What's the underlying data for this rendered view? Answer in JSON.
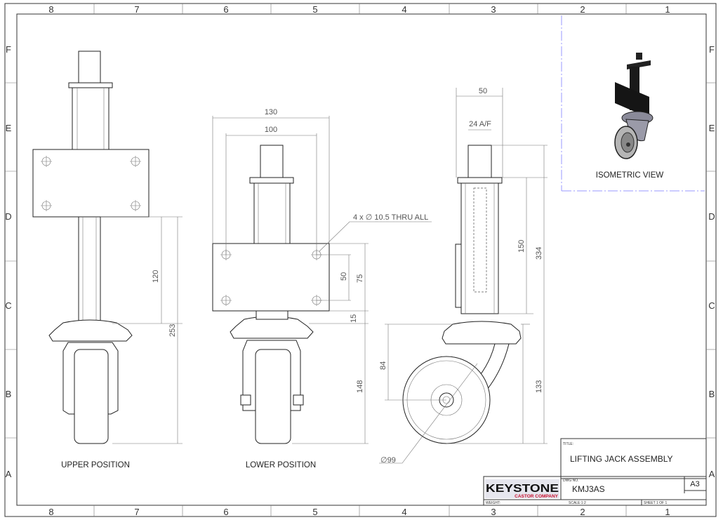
{
  "sheet": {
    "zone_columns": [
      "8",
      "7",
      "6",
      "5",
      "4",
      "3",
      "2",
      "1"
    ],
    "zone_rows": [
      "F",
      "E",
      "D",
      "C",
      "B",
      "A"
    ]
  },
  "views": {
    "upper": {
      "label": "UPPER POSITION",
      "dims": {
        "d120": "120",
        "d253": "253"
      }
    },
    "lower": {
      "label": "LOWER POSITION",
      "dims": {
        "d130": "130",
        "d100": "100",
        "d50": "50",
        "d75": "75",
        "d15": "15",
        "d148": "148",
        "holes": "4 x ∅ 10.5 THRU ALL"
      }
    },
    "side": {
      "dims": {
        "d50": "50",
        "af": "24 A/F",
        "d150": "150",
        "d334": "334",
        "d84": "84",
        "d133": "133",
        "dia": "∅99"
      }
    },
    "iso": {
      "label": "ISOMETRIC VIEW"
    }
  },
  "title_block": {
    "title_caption": "TITLE:",
    "title": "LIFTING JACK ASSEMBLY",
    "dwg_caption": "DWG NO.",
    "dwg_no": "KMJ3AS",
    "size": "A3",
    "weight_caption": "WEIGHT:",
    "scale": "SCALE:1:2",
    "sheet": "SHEET 1 OF 1",
    "logo_main": "KEYSTONE",
    "logo_sub": "CASTOR COMPANY",
    "logo_color": "#c8102e"
  }
}
